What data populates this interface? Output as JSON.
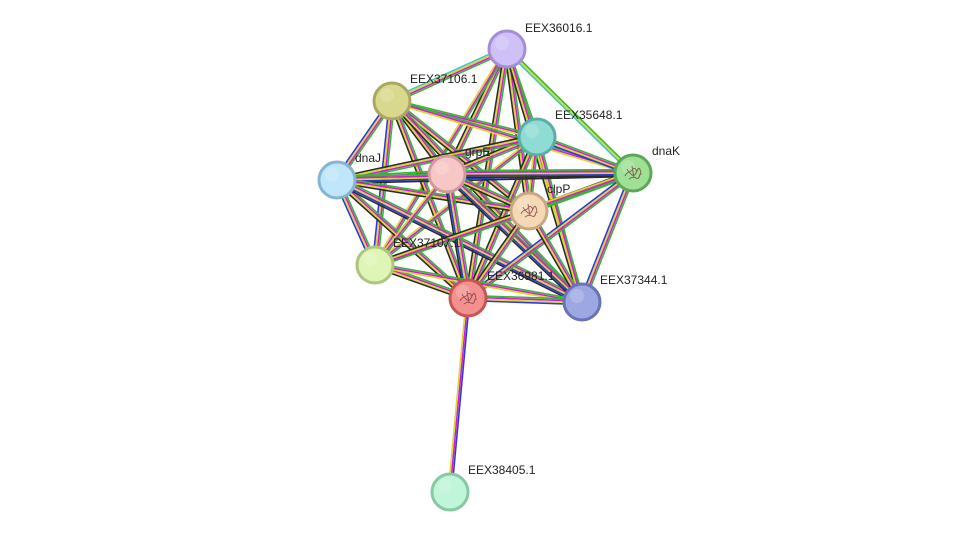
{
  "network": {
    "nodes": [
      {
        "id": "EEX36016.1",
        "label": "EEX36016.1",
        "fill": "#cfc0f7",
        "stroke": "#a48fd6",
        "glyph": false
      },
      {
        "id": "EEX37106.1",
        "label": "EEX37106.1",
        "fill": "#d8d88e",
        "stroke": "#a9a860",
        "glyph": false
      },
      {
        "id": "EEX35648.1",
        "label": "EEX35648.1",
        "fill": "#8fdcd4",
        "stroke": "#5aaea5",
        "glyph": false
      },
      {
        "id": "dnaK",
        "label": "dnaK",
        "fill": "#9ee094",
        "stroke": "#5ea65a",
        "glyph": true
      },
      {
        "id": "dnaJ",
        "label": "dnaJ",
        "fill": "#bfe6fb",
        "stroke": "#85b5d3",
        "glyph": false
      },
      {
        "id": "grpE",
        "label": "grpE",
        "fill": "#f7c6c6",
        "stroke": "#cf9a9a",
        "glyph": false
      },
      {
        "id": "clpP",
        "label": "clpP",
        "fill": "#f5d8b6",
        "stroke": "#c8a884",
        "glyph": true
      },
      {
        "id": "EEX37107.1",
        "label": "EEX37107.1",
        "fill": "#dff5b6",
        "stroke": "#aec482",
        "glyph": false
      },
      {
        "id": "EEX36981.1",
        "label": "EEX36981.1",
        "fill": "#f59090",
        "stroke": "#c45656",
        "glyph": true
      },
      {
        "id": "EEX37344.1",
        "label": "EEX37344.1",
        "fill": "#9da8e2",
        "stroke": "#6874b8",
        "glyph": false
      },
      {
        "id": "EEX38405.1",
        "label": "EEX38405.1",
        "fill": "#bff5d8",
        "stroke": "#86c9a4",
        "glyph": false
      }
    ],
    "edges": [
      {
        "source": "EEX36016.1",
        "target": "EEX37106.1",
        "evidence": [
          "green",
          "magenta",
          "yellow",
          "cyan"
        ]
      },
      {
        "source": "EEX36016.1",
        "target": "EEX35648.1",
        "evidence": [
          "green",
          "magenta",
          "yellow"
        ]
      },
      {
        "source": "EEX36016.1",
        "target": "dnaK",
        "evidence": [
          "green",
          "yellow",
          "cyan"
        ]
      },
      {
        "source": "EEX36016.1",
        "target": "grpE",
        "evidence": [
          "green",
          "magenta",
          "yellow",
          "black"
        ]
      },
      {
        "source": "EEX36016.1",
        "target": "clpP",
        "evidence": [
          "green",
          "magenta",
          "yellow",
          "black"
        ]
      },
      {
        "source": "EEX36016.1",
        "target": "EEX37107.1",
        "evidence": [
          "green",
          "magenta",
          "yellow"
        ]
      },
      {
        "source": "EEX36016.1",
        "target": "EEX36981.1",
        "evidence": [
          "green",
          "magenta",
          "yellow",
          "black"
        ]
      },
      {
        "source": "EEX36016.1",
        "target": "EEX37344.1",
        "evidence": [
          "green",
          "magenta",
          "yellow",
          "black"
        ]
      },
      {
        "source": "EEX37106.1",
        "target": "dnaJ",
        "evidence": [
          "green",
          "magenta",
          "yellow",
          "blue"
        ]
      },
      {
        "source": "EEX37106.1",
        "target": "grpE",
        "evidence": [
          "green",
          "magenta",
          "yellow",
          "black"
        ]
      },
      {
        "source": "EEX37106.1",
        "target": "EEX35648.1",
        "evidence": [
          "green",
          "magenta",
          "yellow"
        ]
      },
      {
        "source": "EEX37106.1",
        "target": "dnaK",
        "evidence": [
          "green",
          "magenta",
          "yellow"
        ]
      },
      {
        "source": "EEX37106.1",
        "target": "clpP",
        "evidence": [
          "green",
          "magenta",
          "yellow",
          "black"
        ]
      },
      {
        "source": "EEX37106.1",
        "target": "EEX37107.1",
        "evidence": [
          "green",
          "magenta",
          "yellow",
          "blue"
        ]
      },
      {
        "source": "EEX37106.1",
        "target": "EEX36981.1",
        "evidence": [
          "green",
          "magenta",
          "yellow",
          "black"
        ]
      },
      {
        "source": "EEX37106.1",
        "target": "EEX37344.1",
        "evidence": [
          "green",
          "magenta",
          "yellow",
          "black"
        ]
      },
      {
        "source": "EEX35648.1",
        "target": "dnaK",
        "evidence": [
          "green",
          "magenta",
          "yellow",
          "blue"
        ]
      },
      {
        "source": "EEX35648.1",
        "target": "grpE",
        "evidence": [
          "green",
          "magenta",
          "yellow",
          "black"
        ]
      },
      {
        "source": "EEX35648.1",
        "target": "clpP",
        "evidence": [
          "green",
          "magenta",
          "yellow"
        ]
      },
      {
        "source": "EEX35648.1",
        "target": "dnaJ",
        "evidence": [
          "green",
          "magenta",
          "yellow",
          "black"
        ]
      },
      {
        "source": "EEX35648.1",
        "target": "EEX37107.1",
        "evidence": [
          "green",
          "magenta",
          "yellow"
        ]
      },
      {
        "source": "EEX35648.1",
        "target": "EEX36981.1",
        "evidence": [
          "green",
          "magenta",
          "yellow",
          "black"
        ]
      },
      {
        "source": "EEX35648.1",
        "target": "EEX37344.1",
        "evidence": [
          "green",
          "magenta",
          "yellow"
        ]
      },
      {
        "source": "dnaJ",
        "target": "grpE",
        "evidence": [
          "green",
          "magenta",
          "yellow",
          "blue",
          "black"
        ]
      },
      {
        "source": "dnaJ",
        "target": "dnaK",
        "evidence": [
          "green",
          "magenta",
          "yellow",
          "blue",
          "black"
        ]
      },
      {
        "source": "dnaJ",
        "target": "clpP",
        "evidence": [
          "green",
          "magenta",
          "yellow",
          "black"
        ]
      },
      {
        "source": "dnaJ",
        "target": "EEX37107.1",
        "evidence": [
          "green",
          "magenta",
          "yellow",
          "blue"
        ]
      },
      {
        "source": "dnaJ",
        "target": "EEX36981.1",
        "evidence": [
          "green",
          "magenta",
          "yellow",
          "black"
        ]
      },
      {
        "source": "dnaJ",
        "target": "EEX37344.1",
        "evidence": [
          "green",
          "magenta",
          "yellow",
          "blue",
          "black"
        ]
      },
      {
        "source": "grpE",
        "target": "dnaK",
        "evidence": [
          "green",
          "magenta",
          "yellow",
          "blue",
          "black"
        ]
      },
      {
        "source": "grpE",
        "target": "clpP",
        "evidence": [
          "green",
          "magenta",
          "yellow",
          "black"
        ]
      },
      {
        "source": "grpE",
        "target": "EEX37107.1",
        "evidence": [
          "green",
          "magenta",
          "yellow"
        ]
      },
      {
        "source": "grpE",
        "target": "EEX36981.1",
        "evidence": [
          "green",
          "magenta",
          "yellow",
          "blue",
          "black"
        ]
      },
      {
        "source": "grpE",
        "target": "EEX37344.1",
        "evidence": [
          "green",
          "magenta",
          "yellow",
          "blue",
          "black"
        ]
      },
      {
        "source": "dnaK",
        "target": "clpP",
        "evidence": [
          "green",
          "magenta",
          "yellow",
          "black"
        ]
      },
      {
        "source": "dnaK",
        "target": "EEX37107.1",
        "evidence": [
          "green",
          "magenta",
          "yellow"
        ]
      },
      {
        "source": "dnaK",
        "target": "EEX36981.1",
        "evidence": [
          "green",
          "magenta",
          "yellow",
          "blue"
        ]
      },
      {
        "source": "dnaK",
        "target": "EEX37344.1",
        "evidence": [
          "green",
          "magenta",
          "yellow",
          "blue"
        ]
      },
      {
        "source": "clpP",
        "target": "EEX37107.1",
        "evidence": [
          "green",
          "magenta",
          "yellow",
          "black"
        ]
      },
      {
        "source": "clpP",
        "target": "EEX36981.1",
        "evidence": [
          "green",
          "magenta",
          "yellow",
          "black"
        ]
      },
      {
        "source": "clpP",
        "target": "EEX37344.1",
        "evidence": [
          "green",
          "magenta",
          "yellow",
          "black"
        ]
      },
      {
        "source": "EEX37107.1",
        "target": "EEX36981.1",
        "evidence": [
          "green",
          "magenta",
          "yellow",
          "black"
        ]
      },
      {
        "source": "EEX37107.1",
        "target": "EEX37344.1",
        "evidence": [
          "green",
          "magenta",
          "yellow"
        ]
      },
      {
        "source": "EEX36981.1",
        "target": "EEX37344.1",
        "evidence": [
          "green",
          "magenta",
          "yellow",
          "blue"
        ]
      },
      {
        "source": "EEX36981.1",
        "target": "EEX38405.1",
        "evidence": [
          "blue",
          "magenta",
          "yellow"
        ]
      }
    ],
    "evidence_colors": {
      "green": "#33b833",
      "magenta": "#d81bd8",
      "yellow": "#d6d92c",
      "cyan": "#38c6c6",
      "blue": "#2f3ad6",
      "black": "#2b2b2b"
    }
  }
}
